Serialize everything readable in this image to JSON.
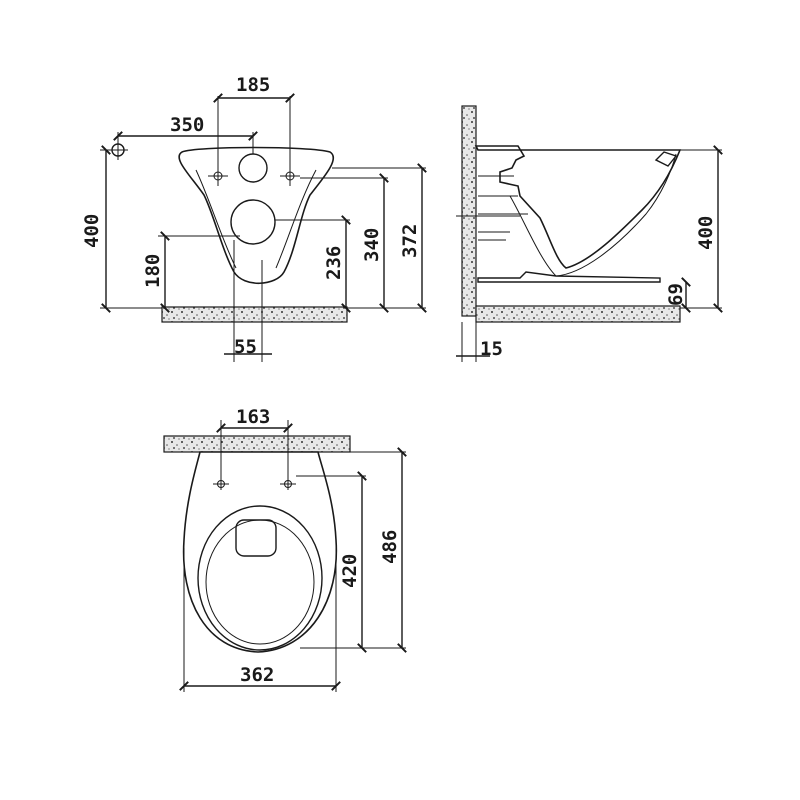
{
  "front_view": {
    "dim_185": "185",
    "dim_350": "350",
    "dim_400": "400",
    "dim_180": "180",
    "dim_236": "236",
    "dim_340": "340",
    "dim_372": "372",
    "dim_55": "55"
  },
  "side_view": {
    "dim_400": "400",
    "dim_69": "69",
    "dim_15": "15"
  },
  "top_view": {
    "dim_163": "163",
    "dim_420": "420",
    "dim_486": "486",
    "dim_362": "362"
  },
  "colors": {
    "ink": "#1a1a1a",
    "paper": "#ffffff"
  }
}
